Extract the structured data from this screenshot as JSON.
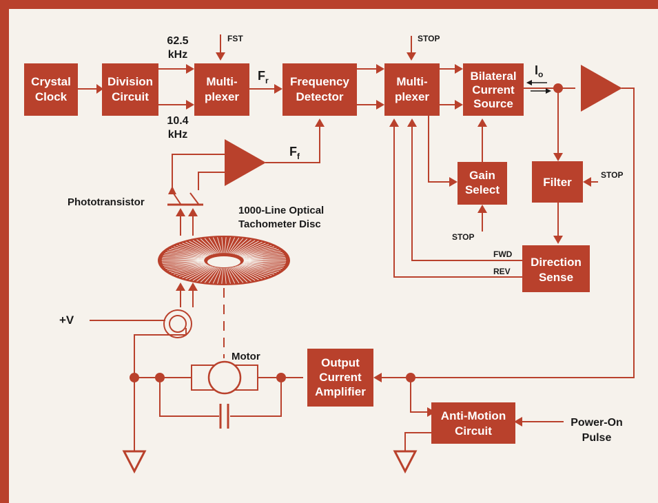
{
  "blocks": {
    "crystal_clock": [
      "Crystal",
      "Clock"
    ],
    "division_circuit": [
      "Division",
      "Circuit"
    ],
    "multiplexer1": [
      "Multi-",
      "plexer"
    ],
    "frequency_detector": [
      "Frequency",
      "Detector"
    ],
    "multiplexer2": [
      "Multi-",
      "plexer"
    ],
    "bilateral_current_source": [
      "Bilateral",
      "Current",
      "Source"
    ],
    "gain_select": [
      "Gain",
      "Select"
    ],
    "filter": [
      "Filter"
    ],
    "direction_sense": [
      "Direction",
      "Sense"
    ],
    "output_current_amplifier": [
      "Output",
      "Current",
      "Amplifier"
    ],
    "anti_motion_circuit": [
      "Anti-Motion",
      "Circuit"
    ]
  },
  "labels": {
    "freq_high": [
      "62.5",
      "kHz"
    ],
    "freq_low": [
      "10.4",
      "kHz"
    ],
    "fst": "FST",
    "fr_main": "F",
    "fr_sub": "r",
    "ff_main": "F",
    "ff_sub": "f",
    "stop_mux": "STOP",
    "stop_gain": "STOP",
    "stop_filter": "STOP",
    "io_main": "I",
    "io_sub": "o",
    "phototransistor": "Phototransistor",
    "disc": [
      "1000-Line Optical",
      "Tachometer Disc"
    ],
    "plus_v": "+V",
    "motor": "Motor",
    "fwd": "FWD",
    "rev": "REV",
    "power_on_pulse": [
      "Power-On",
      "Pulse"
    ]
  },
  "colors": {
    "accent": "#b9412c",
    "background": "#f6f2ec",
    "label_text": "#1a1a1a"
  }
}
